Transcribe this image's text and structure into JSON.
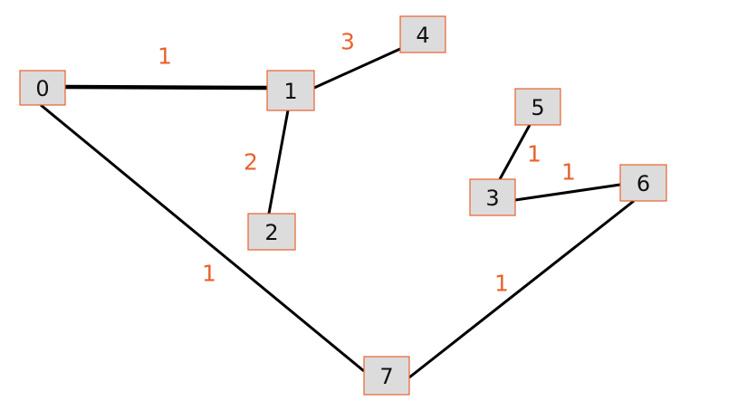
{
  "graph": {
    "directed": false,
    "colors": {
      "node_fill": "#dcdcdc",
      "node_border": "#e8622d",
      "edge": "#000000",
      "weight_label": "#e8622d",
      "node_label": "#111111"
    },
    "nodes": [
      {
        "id": "0",
        "label": "0"
      },
      {
        "id": "1",
        "label": "1"
      },
      {
        "id": "2",
        "label": "2"
      },
      {
        "id": "3",
        "label": "3"
      },
      {
        "id": "4",
        "label": "4"
      },
      {
        "id": "5",
        "label": "5"
      },
      {
        "id": "6",
        "label": "6"
      },
      {
        "id": "7",
        "label": "7"
      }
    ],
    "edges": [
      {
        "source": "0",
        "target": "1",
        "weight": "1",
        "emphasis": "bold"
      },
      {
        "source": "1",
        "target": "4",
        "weight": "3"
      },
      {
        "source": "1",
        "target": "2",
        "weight": "2"
      },
      {
        "source": "0",
        "target": "7",
        "weight": "1"
      },
      {
        "source": "5",
        "target": "3",
        "weight": "1"
      },
      {
        "source": "3",
        "target": "6",
        "weight": "1"
      },
      {
        "source": "6",
        "target": "7",
        "weight": "1"
      }
    ]
  }
}
